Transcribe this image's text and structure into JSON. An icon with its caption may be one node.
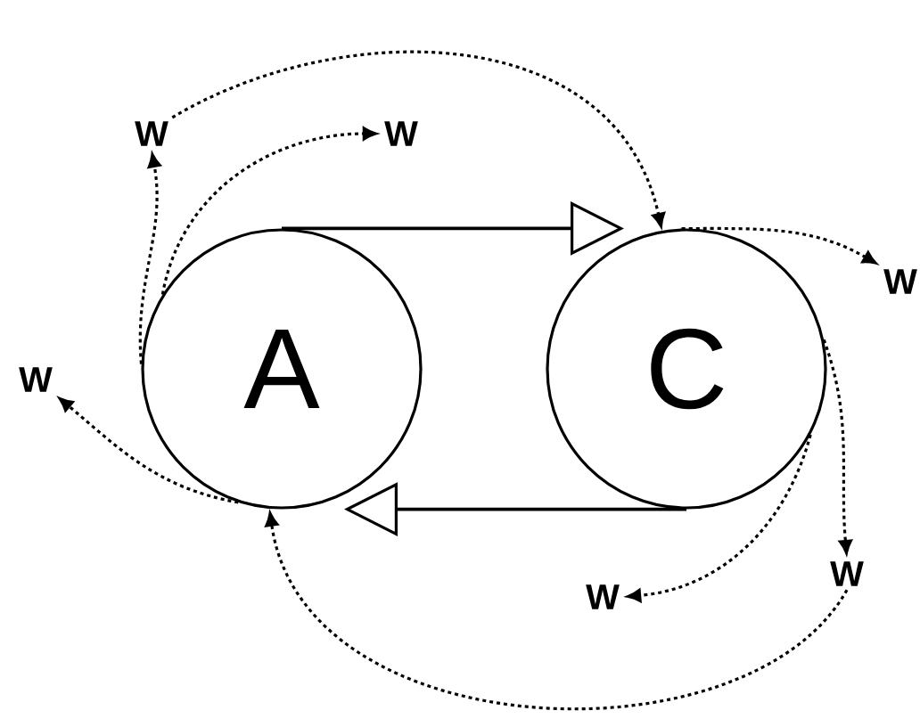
{
  "diagram": {
    "nodes": [
      {
        "text": [
          "W"
        ]
      },
      {
        "text": [
          "W"
        ]
      },
      {
        "text": [
          "W"
        ]
      },
      {
        "text": [
          "A"
        ]
      },
      {
        "text": [
          "C"
        ]
      },
      {
        "text": [
          "W"
        ]
      },
      {
        "text": [
          "W"
        ]
      },
      {
        "text": [
          "W"
        ]
      }
    ],
    "edges": [
      {
        "from": 3,
        "to": 4,
        "arrow": "to"
      },
      {
        "from": 4,
        "to": 3,
        "arrow": "to"
      },
      {
        "from": 0,
        "to": 4,
        "arrow": "to",
        "style": "dashed"
      },
      {
        "from": 3,
        "to": 0,
        "arrow": "to",
        "style": "dashed"
      },
      {
        "from": 3,
        "to": 1,
        "arrow": "to",
        "style": "dashed"
      },
      {
        "from": 4,
        "to": 2,
        "arrow": "to",
        "style": "dashed"
      },
      {
        "from": 4,
        "to": 6,
        "arrow": "to",
        "style": "dashed"
      },
      {
        "from": 4,
        "to": 7,
        "arrow": "to",
        "style": "dashed"
      },
      {
        "from": 6,
        "to": 3,
        "arrow": "to",
        "style": "dashed"
      },
      {
        "from": 3,
        "to": 5,
        "arrow": "to",
        "style": "dashed"
      }
    ]
  }
}
